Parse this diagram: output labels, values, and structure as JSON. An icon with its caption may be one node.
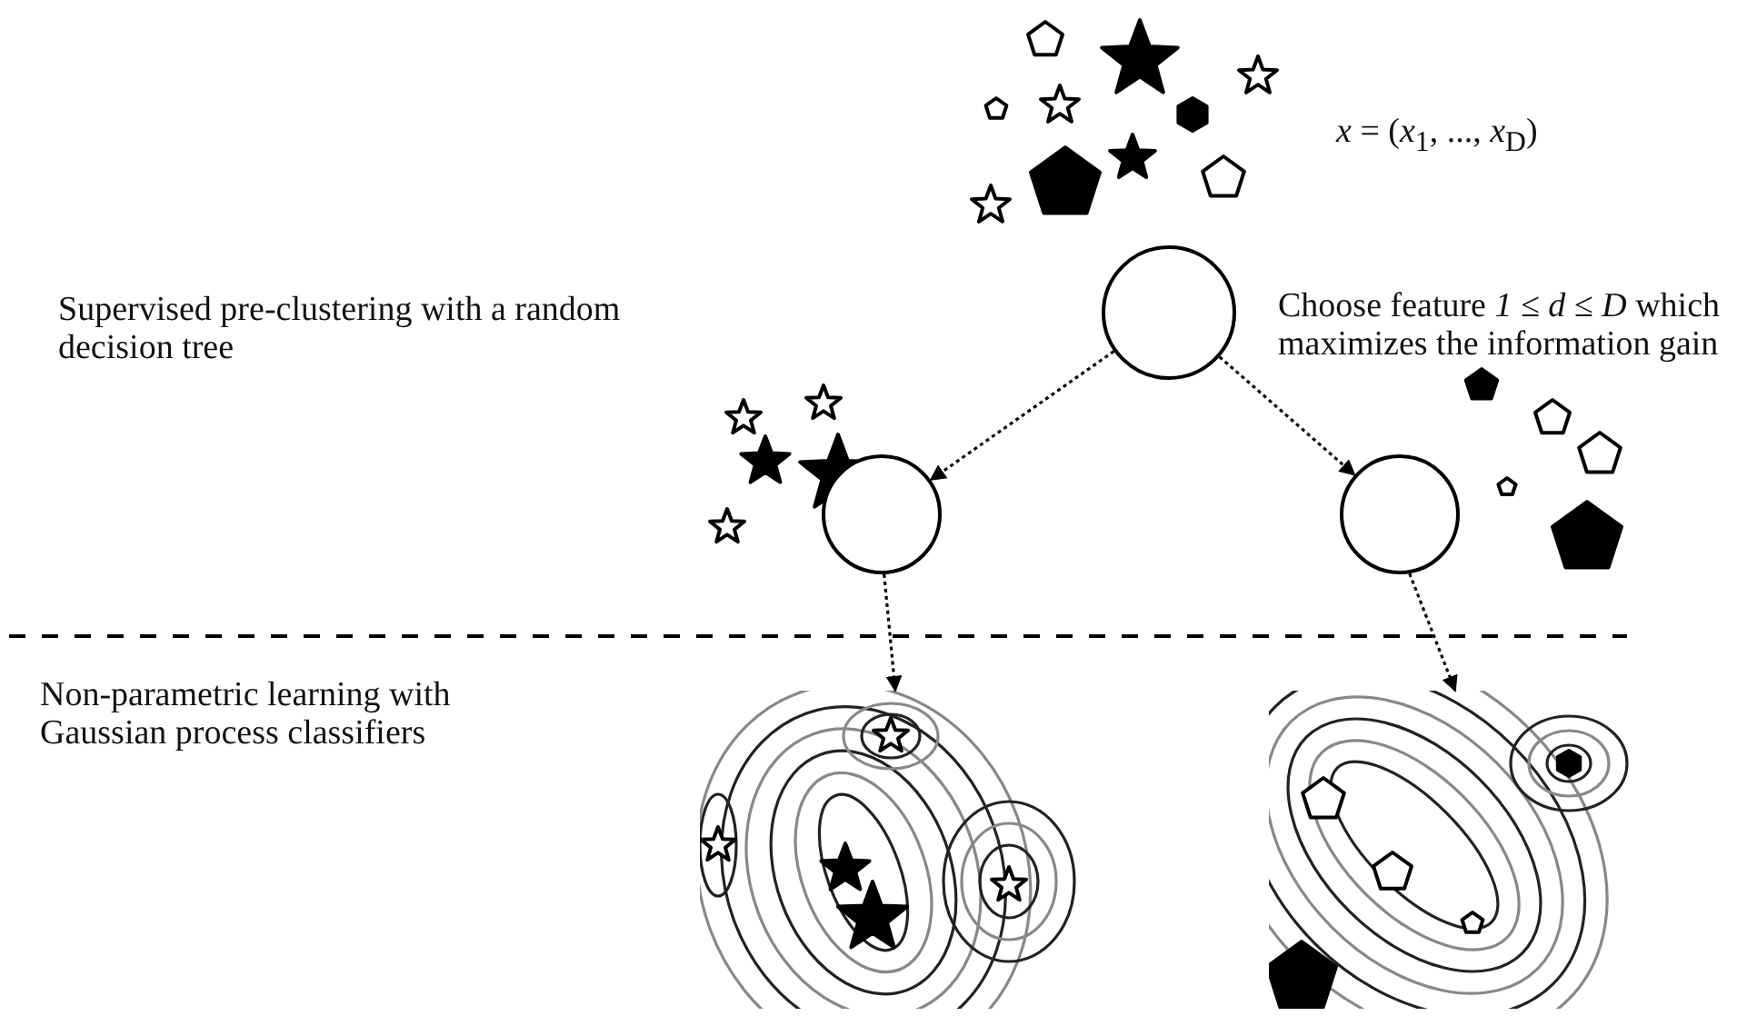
{
  "diagram": {
    "nodes": [
      {
        "text": [],
        "shape": "circle"
      },
      {
        "text": [],
        "shape": "circle"
      },
      {
        "text": [],
        "shape": "circle"
      },
      {
        "text": [],
        "shape": "picture"
      },
      {
        "text": [],
        "shape": "picture"
      }
    ],
    "edges": [
      {
        "from": 0,
        "to": 1,
        "arrow": "to",
        "style": "dashed"
      },
      {
        "from": 0,
        "to": 2,
        "arrow": "to",
        "style": "dashed"
      },
      {
        "from": 1,
        "to": 3,
        "arrow": "to",
        "style": "dashed"
      },
      {
        "from": 2,
        "to": 4,
        "arrow": "to",
        "style": "dashed"
      }
    ],
    "labels": [
      "*x* = (*x*$_{1}$, ..., *x*$_{D}$)",
      "Choose feature *1 ≤ d ≤ D* which maximizes the information gain",
      "Supervised pre-clustering with a random decision tree",
      "Non-parametric learning with Gaussian process classifiers"
    ]
  }
}
